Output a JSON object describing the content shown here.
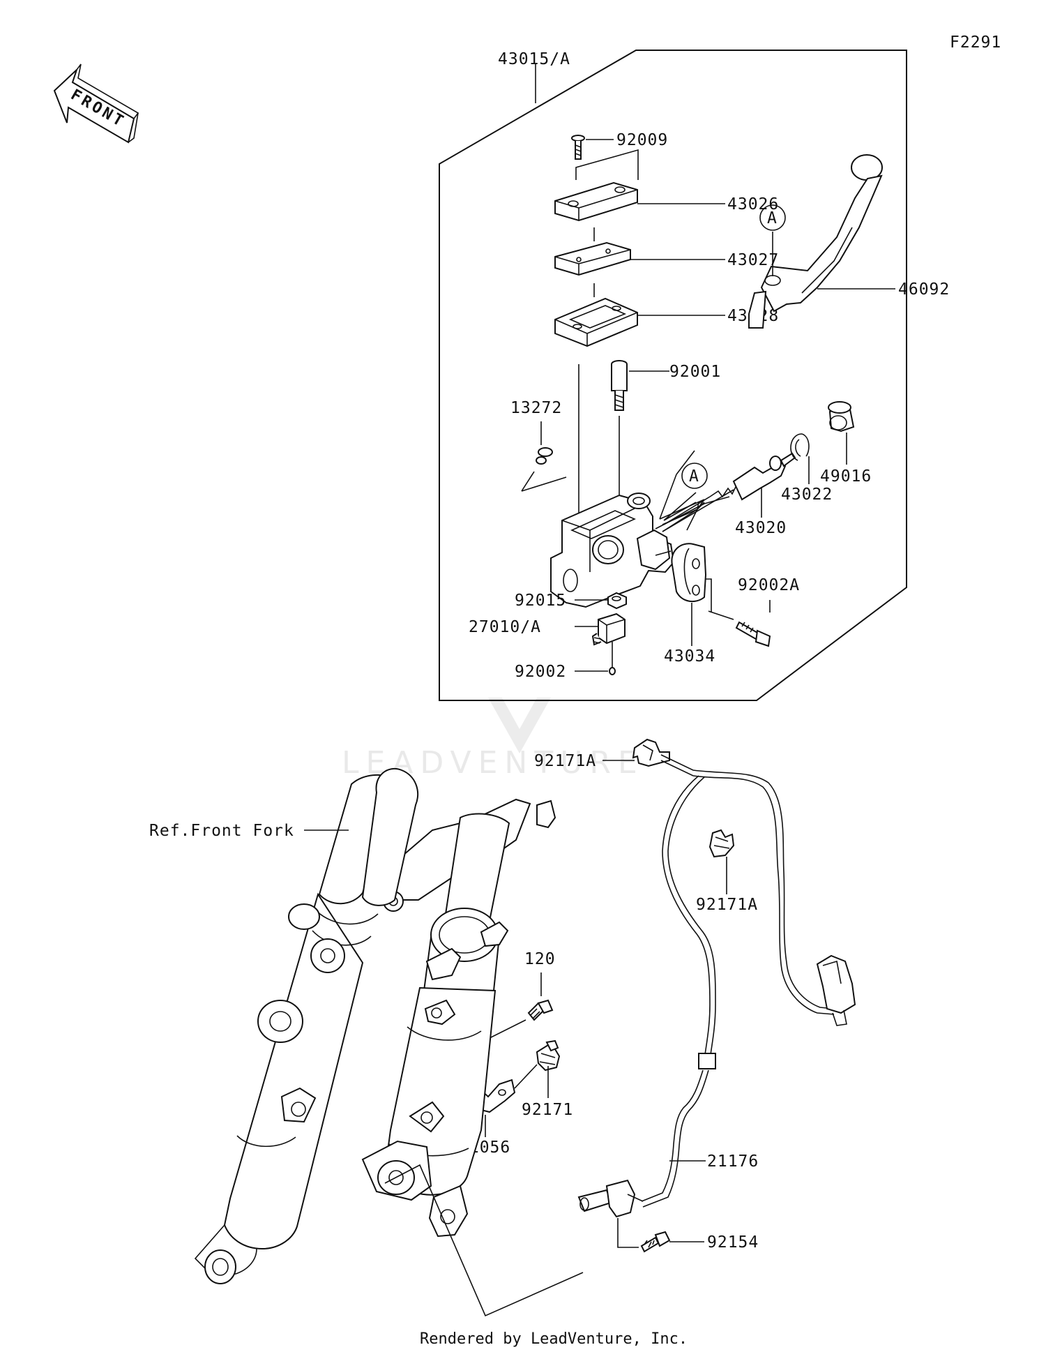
{
  "figure_code": "F2291",
  "front_indicator": "FRONT",
  "watermark": "LEADVENTURE",
  "footer": "Rendered by LeadVenture, Inc.",
  "reference_marker": "A",
  "reference_note": "Ref.Front Fork",
  "callouts": {
    "assembly": "43015/A",
    "screw_cap": "92009",
    "cap": "43026",
    "plate": "43027",
    "diaphragm": "43028",
    "lever": "46092",
    "pivot_bolt": "92001",
    "cap_13272": "13272",
    "piston": "43020",
    "circlip": "43022",
    "boot": "49016",
    "nut": "92015",
    "bolt_92002a": "92002A",
    "switch": "27010/A",
    "clamp": "43034",
    "screw_92002": "92002",
    "clamp_92171a_top": "92171A",
    "clamp_92171a_mid": "92171A",
    "bolt_120": "120",
    "clamp_92171": "92171",
    "bracket": "11056",
    "sensor": "21176",
    "bolt_92154": "92154"
  }
}
